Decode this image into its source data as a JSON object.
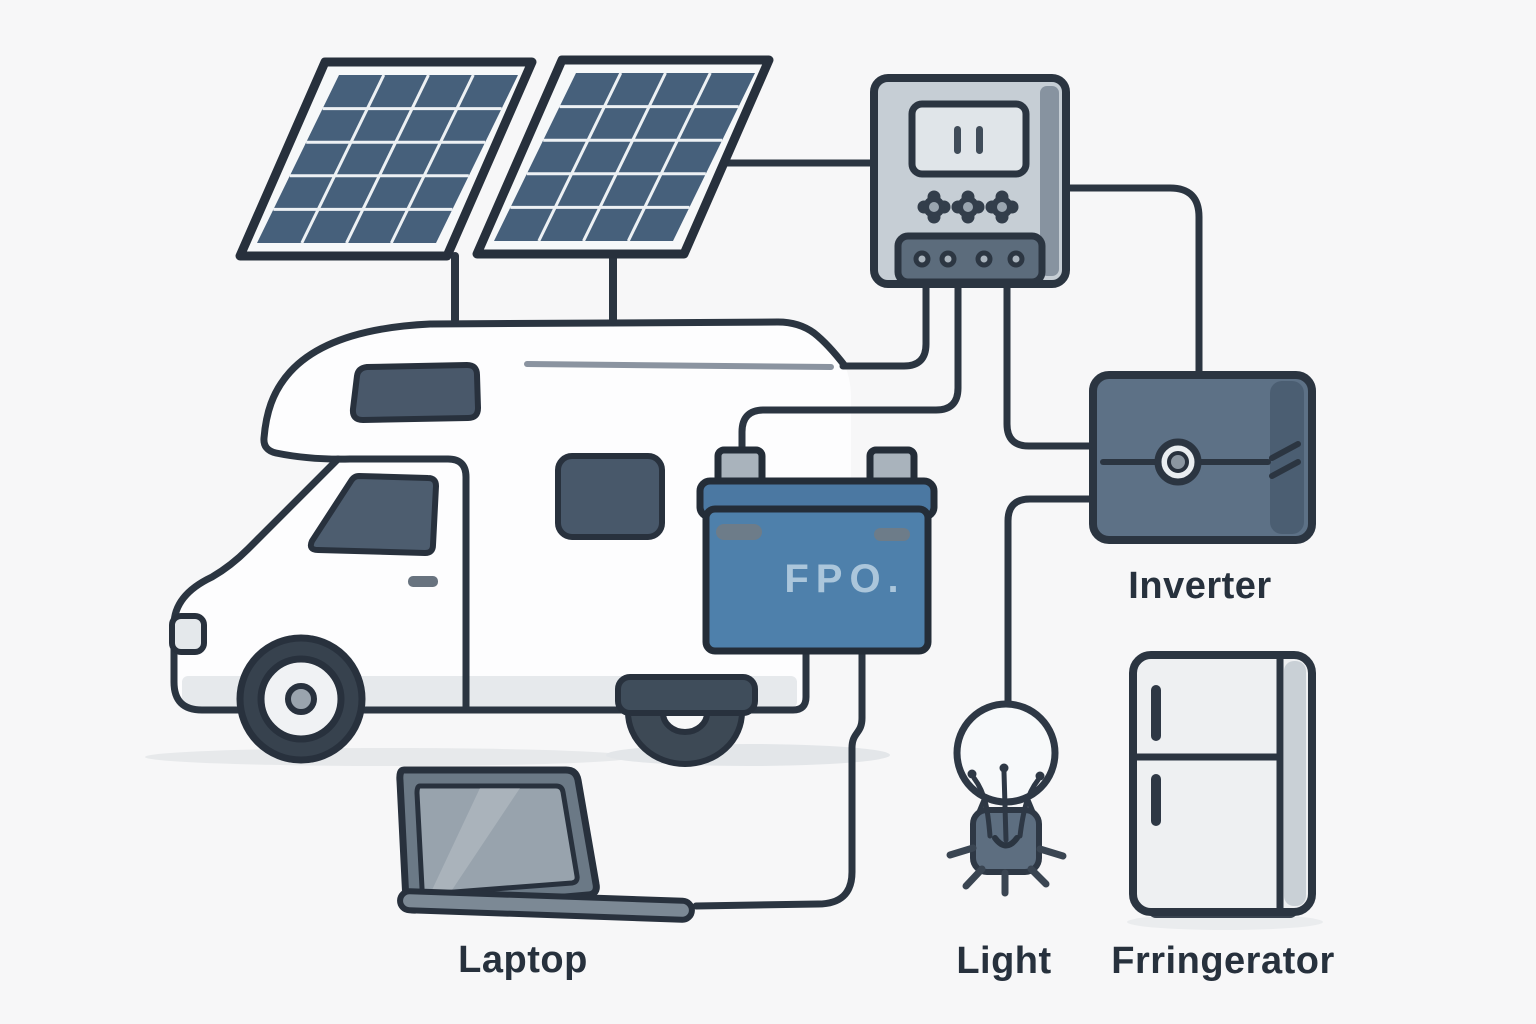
{
  "palette": {
    "background": "#f7f7f8",
    "outline": "#2b3541",
    "panel_cell": "#46607b",
    "battery_blue": "#4e80ab",
    "inverter_slate": "#5d7186",
    "controller_gray": "#c6ced5",
    "label_text": "#27313d",
    "fpo_text": "#abc6db"
  },
  "components": {
    "solar_panel_left": {
      "icon": "solar-panel-icon"
    },
    "solar_panel_right": {
      "icon": "solar-panel-icon"
    },
    "charge_controller": {
      "icon": "charge-controller-icon"
    },
    "campervan": {
      "icon": "campervan-icon"
    },
    "battery": {
      "icon": "battery-icon",
      "label": "FPO."
    },
    "inverter": {
      "icon": "inverter-icon",
      "label": "Inverter"
    },
    "laptop": {
      "icon": "laptop-icon",
      "label": "Laptop"
    },
    "light": {
      "icon": "light-bulb-icon",
      "label": "Light"
    },
    "refrigerator": {
      "icon": "refrigerator-icon",
      "label": "Frringerator"
    }
  },
  "connections": [
    {
      "from": "solar-panel-right",
      "to": "charge-controller"
    },
    {
      "from": "campervan-roof",
      "to": "charge-controller"
    },
    {
      "from": "charge-controller",
      "to": "battery"
    },
    {
      "from": "charge-controller",
      "to": "inverter"
    },
    {
      "from": "inverter",
      "to": "light"
    },
    {
      "from": "battery",
      "to": "laptop"
    }
  ]
}
